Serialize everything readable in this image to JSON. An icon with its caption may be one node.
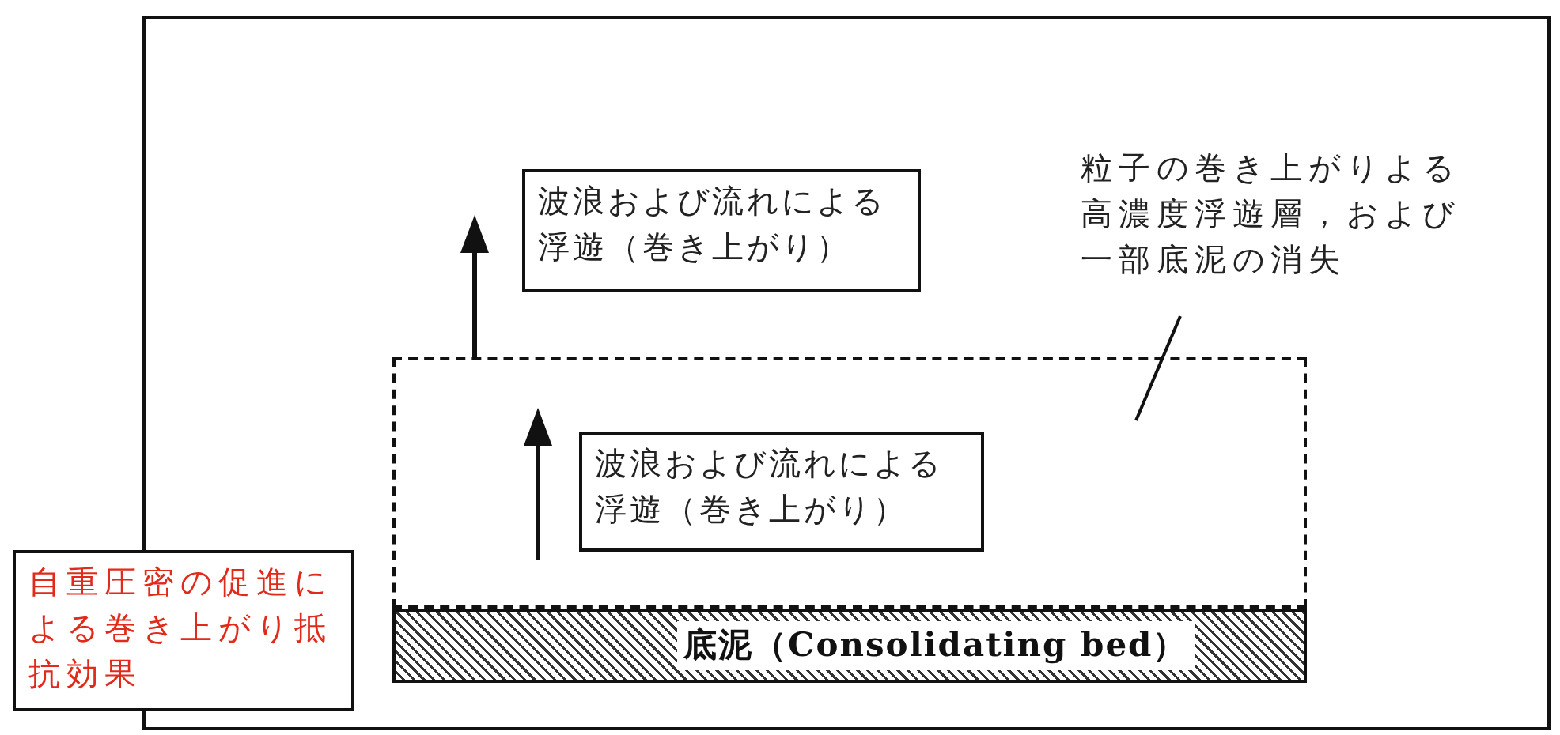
{
  "diagram": {
    "nodes": [
      {
        "text": [],
        "shape": "box"
      },
      {
        "text": [],
        "shape": "box",
        "in": 0
      },
      {
        "text": [
          "粒子の巻き上がりよる高濃度浮遊層，および一部底泥の消失"
        ],
        "in": 0
      },
      {
        "text": [
          "波浪および流れによる浮遊（巻き上がり）"
        ],
        "in": 0
      },
      {
        "text": [
          "波浪および流れによる浮遊（巻き上がり）"
        ],
        "in": 1
      },
      {
        "text": [
          "底泥（Consolidating bed）"
        ],
        "in": 0
      },
      {
        "text": [
          "自重圧密の促進による巻き上がり抵抗効果"
        ]
      }
    ],
    "edges": [
      {
        "from": 2,
        "to": 1,
        "arrow": "none"
      }
    ]
  }
}
